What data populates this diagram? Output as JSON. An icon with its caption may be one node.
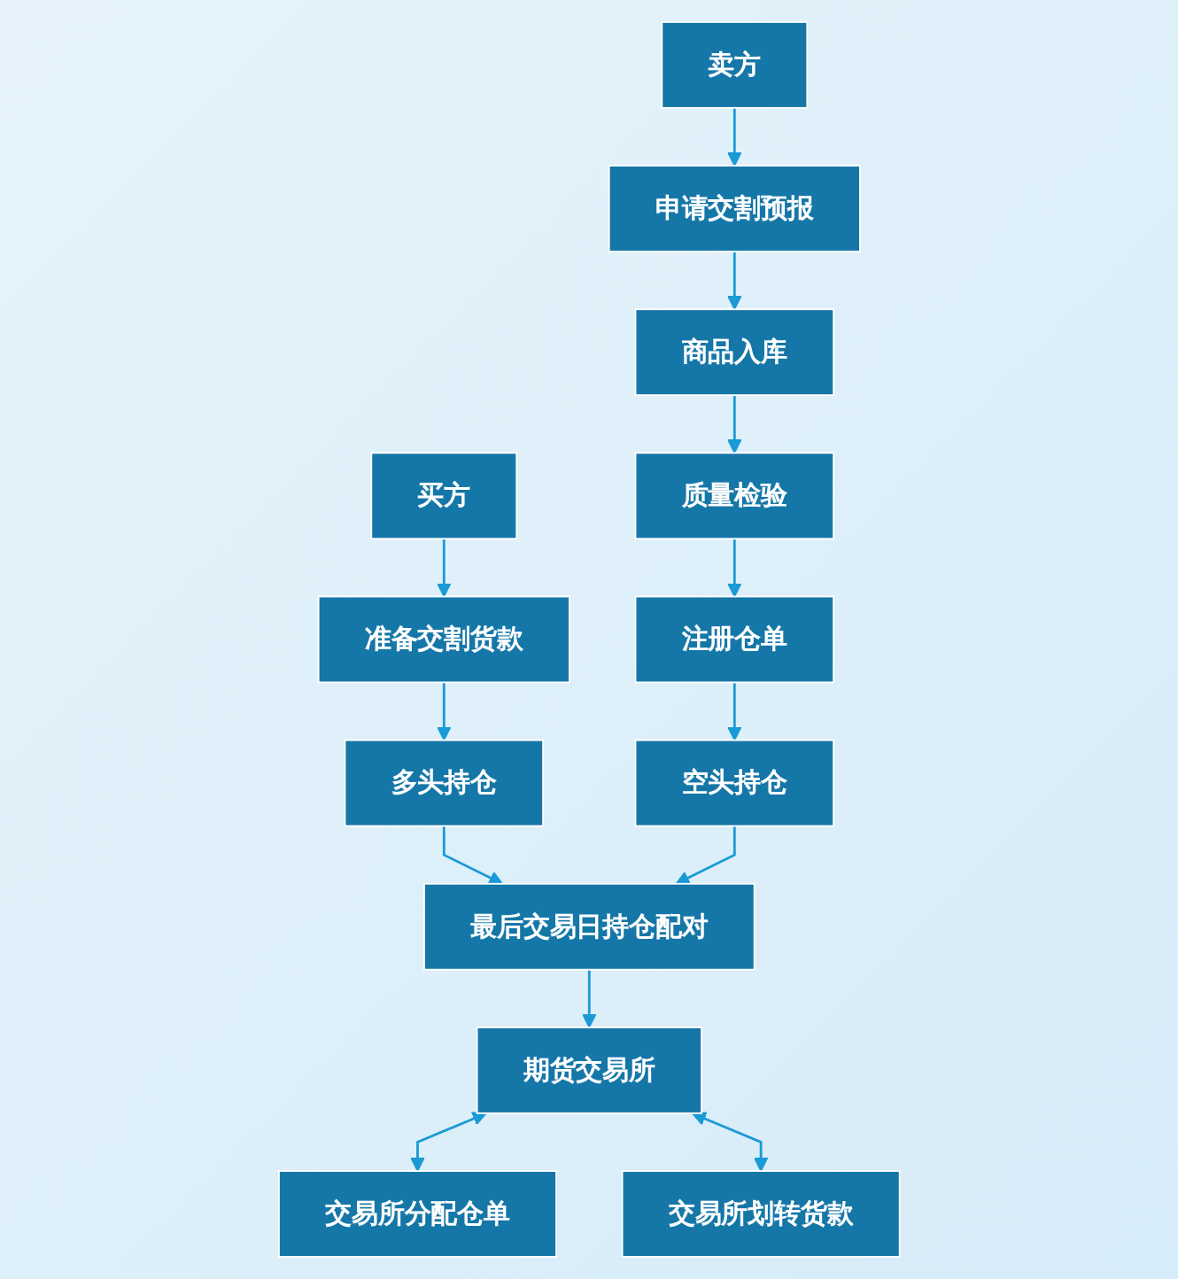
{
  "diagram": {
    "nodes": [
      {
        "text": [
          "买方"
        ]
      },
      {
        "text": [
          "准备交割货款"
        ]
      },
      {
        "text": [
          "多头持仓"
        ]
      },
      {
        "text": [
          "卖方"
        ]
      },
      {
        "text": [
          "申请交割预报"
        ]
      },
      {
        "text": [
          "商品入库"
        ]
      },
      {
        "text": [
          "质量检验"
        ]
      },
      {
        "text": [
          "注册仓单"
        ]
      },
      {
        "text": [
          "空头持仓"
        ]
      },
      {
        "text": [
          "最后交易日持仓配对"
        ]
      },
      {
        "text": [
          "期货交易所"
        ]
      },
      {
        "text": [
          "交易所分配仓单"
        ]
      },
      {
        "text": [
          "交易所划转货款"
        ]
      }
    ],
    "edges": [
      {
        "from": 0,
        "to": 1,
        "arrow": "to"
      },
      {
        "from": 1,
        "to": 2,
        "arrow": "to"
      },
      {
        "from": 3,
        "to": 4,
        "arrow": "to"
      },
      {
        "from": 4,
        "to": 5,
        "arrow": "to"
      },
      {
        "from": 5,
        "to": 6,
        "arrow": "to"
      },
      {
        "from": 6,
        "to": 7,
        "arrow": "to"
      },
      {
        "from": 7,
        "to": 8,
        "arrow": "to"
      },
      {
        "from": 2,
        "to": 9,
        "arrow": "to"
      },
      {
        "from": 8,
        "to": 9,
        "arrow": "to"
      },
      {
        "from": 9,
        "to": 10,
        "arrow": "to"
      },
      {
        "from": 10,
        "to": 11,
        "arrow": "both"
      },
      {
        "from": 10,
        "to": 12,
        "arrow": "both"
      }
    ]
  }
}
